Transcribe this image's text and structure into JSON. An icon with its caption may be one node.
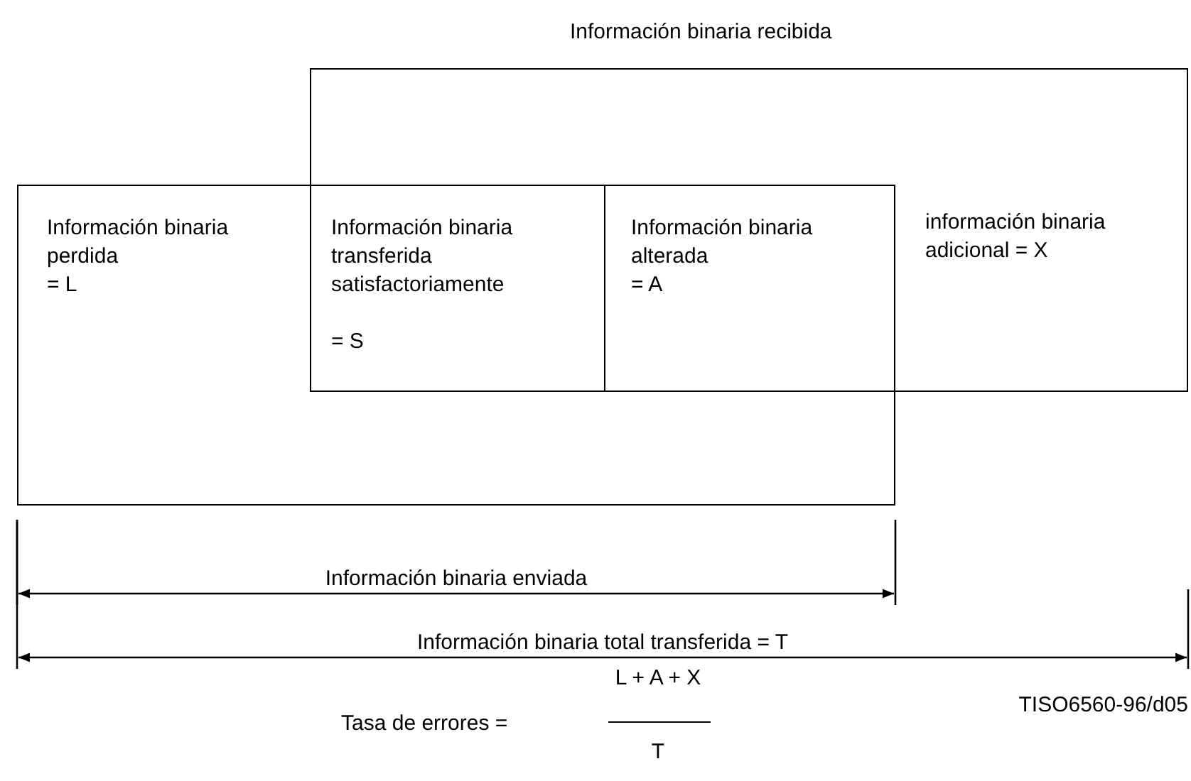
{
  "diagram": {
    "nodes": [
      {
        "text": [
          "Información binaria recibida",
          "información binaria adicional = X"
        ]
      },
      {
        "text": [
          "Información binaria perdida",
          "= L"
        ]
      },
      {
        "text": [
          "Información binaria transferida satisfactoriamente",
          "= S"
        ]
      },
      {
        "text": [
          "Información binaria alterada",
          "= A"
        ]
      }
    ],
    "labels": [
      "Información binaria enviada",
      "Información binaria total transferida = T",
      "TISO6560-96/d05",
      "Tasa de errores =",
      "L + A + X",
      "T"
    ]
  }
}
